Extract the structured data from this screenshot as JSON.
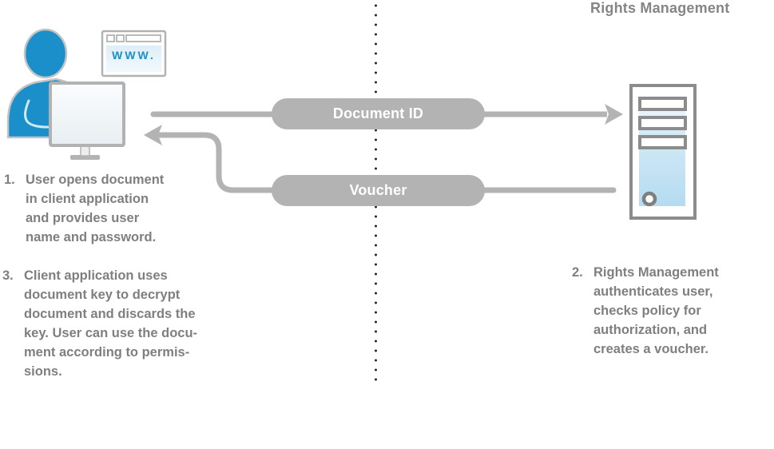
{
  "title": "Rights Management",
  "browser_window": {
    "url_text": "WWW."
  },
  "messages": {
    "document_id": "Document ID",
    "voucher": "Voucher"
  },
  "steps": [
    {
      "number": "1.",
      "lines": [
        "User opens document",
        "in client application",
        "and provides user",
        "name and password."
      ]
    },
    {
      "number": "2.",
      "lines": [
        "Rights Management",
        "authenticates user,",
        "checks policy for",
        "authorization, and",
        "creates a voucher."
      ]
    },
    {
      "number": "3.",
      "lines": [
        "Client application uses",
        "document key to decrypt",
        "document and discards the",
        "key. User can use the docu-",
        "ment according to permis-",
        "sions."
      ]
    }
  ],
  "colors": {
    "accent_blue": "#1a8fc9",
    "arrow_gray": "#b3b3b3",
    "text_gray": "#7f7f7f",
    "outline_light_gray": "#c4c4c4",
    "server_border_gray": "#8c8c8c",
    "server_panel_blue": "#b9ddf1",
    "divider_dot_color": "#262626"
  },
  "icons": {
    "left": [
      "user-icon",
      "monitor-icon",
      "browser-window-icon"
    ],
    "right": [
      "server-icon"
    ],
    "middle": [
      "trust-boundary-divider",
      "document-id-arrow",
      "voucher-arrow"
    ]
  }
}
